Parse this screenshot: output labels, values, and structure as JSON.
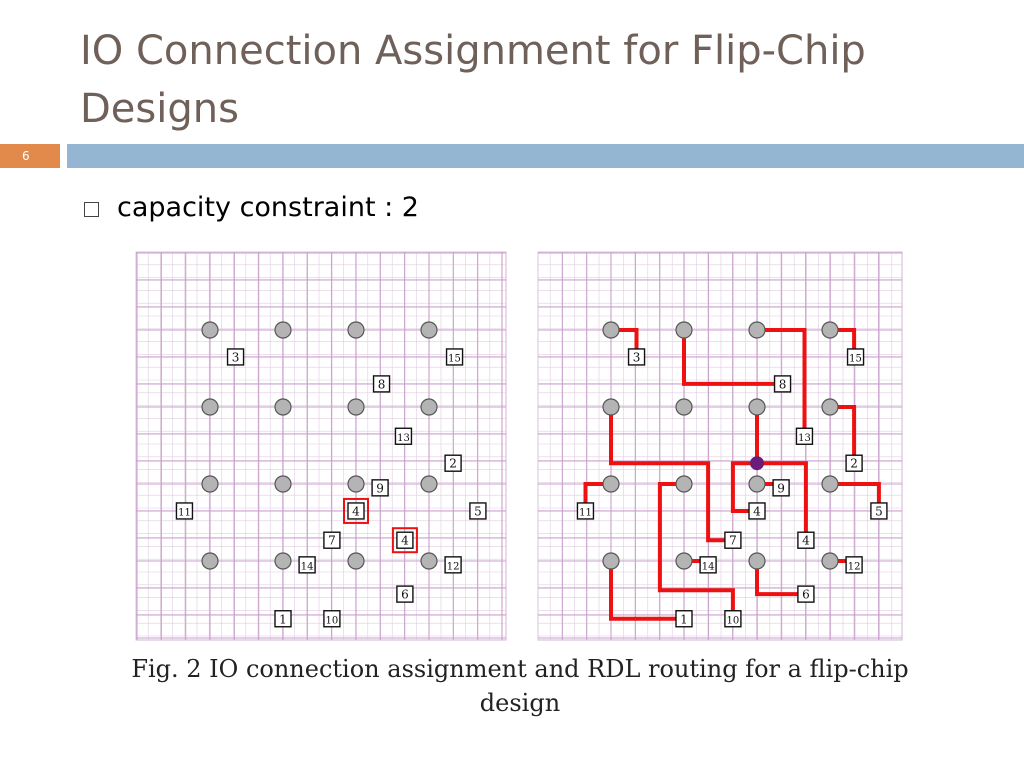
{
  "slide": {
    "title_line1": "IO Connection Assignment for Flip-Chip",
    "title_line2": "Designs",
    "number": "6"
  },
  "bullet": {
    "label": "capacity constraint : 2"
  },
  "caption": {
    "line1": "Fig. 2 IO connection assignment and RDL routing for a flip-chip",
    "line2": "design"
  },
  "colors": {
    "title": "#70605a",
    "accent_orange": "#e28a4c",
    "accent_blue": "#94b6d2",
    "grid": "#c9a0cc",
    "route": "#ee1111",
    "bump": "#b4b4b4",
    "highlight_dot": "#6a1e7a"
  },
  "diagrams": [
    {
      "name": "left",
      "bumps": [
        [
          0,
          0
        ],
        [
          1,
          0
        ],
        [
          2,
          0
        ],
        [
          3,
          0
        ],
        [
          0,
          1
        ],
        [
          1,
          1
        ],
        [
          2,
          1
        ],
        [
          3,
          1
        ],
        [
          0,
          2
        ],
        [
          1,
          2
        ],
        [
          2,
          2
        ],
        [
          3,
          2
        ],
        [
          0,
          3
        ],
        [
          1,
          3
        ],
        [
          2,
          3
        ],
        [
          3,
          3
        ]
      ],
      "pads": [
        {
          "label": "3",
          "col": 0.35,
          "row": 0.35,
          "hl": false
        },
        {
          "label": "15",
          "col": 3.35,
          "row": 0.35,
          "hl": false
        },
        {
          "label": "8",
          "col": 2.35,
          "row": 0.7,
          "hl": false
        },
        {
          "label": "13",
          "col": 2.65,
          "row": 1.38,
          "hl": false
        },
        {
          "label": "2",
          "col": 3.33,
          "row": 1.73,
          "hl": false
        },
        {
          "label": "9",
          "col": 2.33,
          "row": 2.05,
          "hl": false
        },
        {
          "label": "4",
          "col": 2.0,
          "row": 2.35,
          "hl": true
        },
        {
          "label": "11",
          "col": -0.35,
          "row": 2.35,
          "hl": false
        },
        {
          "label": "5",
          "col": 3.67,
          "row": 2.35,
          "hl": false
        },
        {
          "label": "7",
          "col": 1.67,
          "row": 2.73,
          "hl": false
        },
        {
          "label": "4",
          "col": 2.67,
          "row": 2.73,
          "hl": true
        },
        {
          "label": "14",
          "col": 1.33,
          "row": 3.05,
          "hl": false
        },
        {
          "label": "12",
          "col": 3.33,
          "row": 3.05,
          "hl": false
        },
        {
          "label": "6",
          "col": 2.67,
          "row": 3.43,
          "hl": false
        },
        {
          "label": "1",
          "col": 1.0,
          "row": 3.75,
          "hl": false
        },
        {
          "label": "10",
          "col": 1.67,
          "row": 3.75,
          "hl": false
        }
      ]
    },
    {
      "name": "right",
      "bumps": [
        [
          0,
          0
        ],
        [
          1,
          0
        ],
        [
          2,
          0
        ],
        [
          3,
          0
        ],
        [
          0,
          1
        ],
        [
          1,
          1
        ],
        [
          2,
          1
        ],
        [
          3,
          1
        ],
        [
          0,
          2
        ],
        [
          1,
          2
        ],
        [
          2,
          2
        ],
        [
          3,
          2
        ],
        [
          0,
          3
        ],
        [
          1,
          3
        ],
        [
          2,
          3
        ],
        [
          3,
          3
        ]
      ],
      "pads": [
        {
          "label": "3",
          "col": 0.35,
          "row": 0.35
        },
        {
          "label": "15",
          "col": 3.35,
          "row": 0.35
        },
        {
          "label": "8",
          "col": 2.35,
          "row": 0.7
        },
        {
          "label": "13",
          "col": 2.65,
          "row": 1.38
        },
        {
          "label": "2",
          "col": 3.33,
          "row": 1.73
        },
        {
          "label": "9",
          "col": 2.33,
          "row": 2.05
        },
        {
          "label": "4",
          "col": 2.0,
          "row": 2.35
        },
        {
          "label": "11",
          "col": -0.35,
          "row": 2.35
        },
        {
          "label": "5",
          "col": 3.67,
          "row": 2.35
        },
        {
          "label": "7",
          "col": 1.67,
          "row": 2.73
        },
        {
          "label": "4",
          "col": 2.67,
          "row": 2.73
        },
        {
          "label": "14",
          "col": 1.33,
          "row": 3.05
        },
        {
          "label": "12",
          "col": 3.33,
          "row": 3.05
        },
        {
          "label": "6",
          "col": 2.67,
          "row": 3.43
        },
        {
          "label": "1",
          "col": 1.0,
          "row": 3.75
        },
        {
          "label": "10",
          "col": 1.67,
          "row": 3.75
        }
      ],
      "routes": [
        [
          [
            0,
            0
          ],
          [
            0.35,
            0
          ],
          [
            0.35,
            0.35
          ]
        ],
        [
          [
            1,
            0
          ],
          [
            1,
            0.7
          ],
          [
            2.35,
            0.7
          ]
        ],
        [
          [
            2,
            0
          ],
          [
            2.65,
            0
          ],
          [
            2.65,
            1.38
          ]
        ],
        [
          [
            3,
            0
          ],
          [
            3.33,
            0
          ],
          [
            3.33,
            0.35
          ]
        ],
        [
          [
            3,
            1
          ],
          [
            3.33,
            1
          ],
          [
            3.33,
            1.73
          ]
        ],
        [
          [
            2,
            1
          ],
          [
            2,
            1.73
          ]
        ],
        [
          [
            0,
            1
          ],
          [
            0,
            1.73
          ],
          [
            1.33,
            1.73
          ],
          [
            1.33,
            2.73
          ],
          [
            1.67,
            2.73
          ]
        ],
        [
          [
            2,
            1.73
          ],
          [
            1.67,
            1.73
          ],
          [
            1.67,
            2.35
          ],
          [
            2,
            2.35
          ]
        ],
        [
          [
            2,
            1.73
          ],
          [
            2.67,
            1.73
          ],
          [
            2.67,
            2.73
          ]
        ],
        [
          [
            2,
            2
          ],
          [
            2.33,
            2
          ]
        ],
        [
          [
            0,
            2
          ],
          [
            -0.35,
            2
          ],
          [
            -0.35,
            2.35
          ]
        ],
        [
          [
            3,
            2
          ],
          [
            3.67,
            2
          ],
          [
            3.67,
            2.35
          ]
        ],
        [
          [
            1,
            2
          ],
          [
            0.67,
            2
          ],
          [
            0.67,
            3.38
          ],
          [
            1.67,
            3.38
          ],
          [
            1.67,
            3.75
          ]
        ],
        [
          [
            0,
            3
          ],
          [
            0,
            3.75
          ],
          [
            1,
            3.75
          ]
        ],
        [
          [
            1,
            3
          ],
          [
            1.33,
            3
          ]
        ],
        [
          [
            2,
            3
          ],
          [
            2,
            3.43
          ],
          [
            2.67,
            3.43
          ]
        ],
        [
          [
            3,
            3
          ],
          [
            3.33,
            3
          ]
        ]
      ],
      "dots": [
        [
          2,
          1.73
        ]
      ]
    }
  ]
}
